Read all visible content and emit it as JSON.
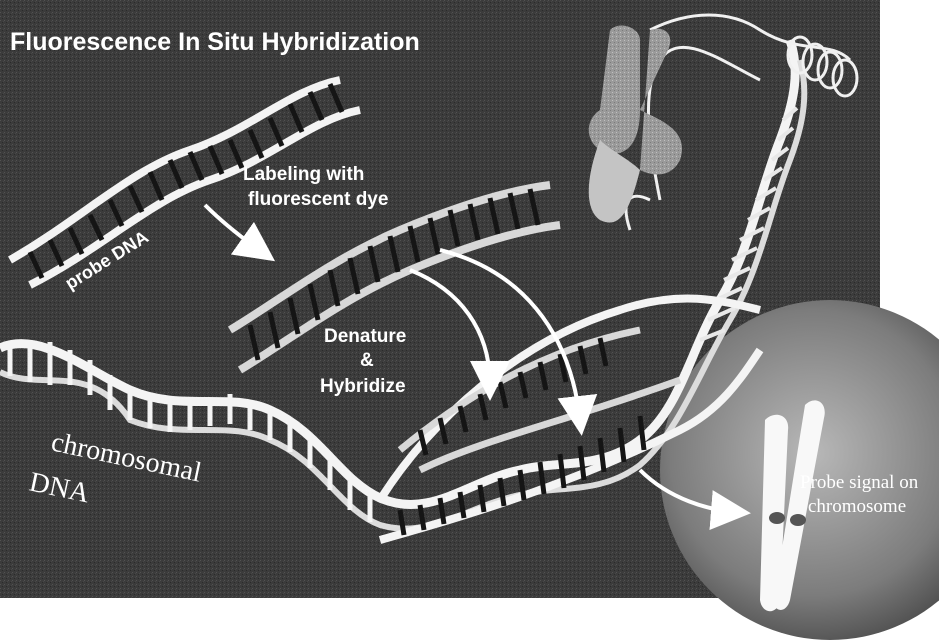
{
  "figure": {
    "title": "Fluorescence In Situ Hybridization",
    "labels": {
      "probe_dna": "probe DNA",
      "labeling_line1": "Labeling with",
      "labeling_line2": "fluorescent dye",
      "denature_line1": "Denature",
      "denature_line2": "&",
      "denature_line3": "Hybridize",
      "chromosomal_line1": "chromosomal",
      "chromosomal_line2": "DNA",
      "probe_signal_line1": "Probe signal on",
      "probe_signal_line2": "chromosome"
    }
  },
  "colors": {
    "background": "#3a3a3a",
    "strand": "#f4f4f4",
    "rung": "#151515",
    "chromosome": "#9a9a9a",
    "nucleus": "#8a8a8a"
  }
}
